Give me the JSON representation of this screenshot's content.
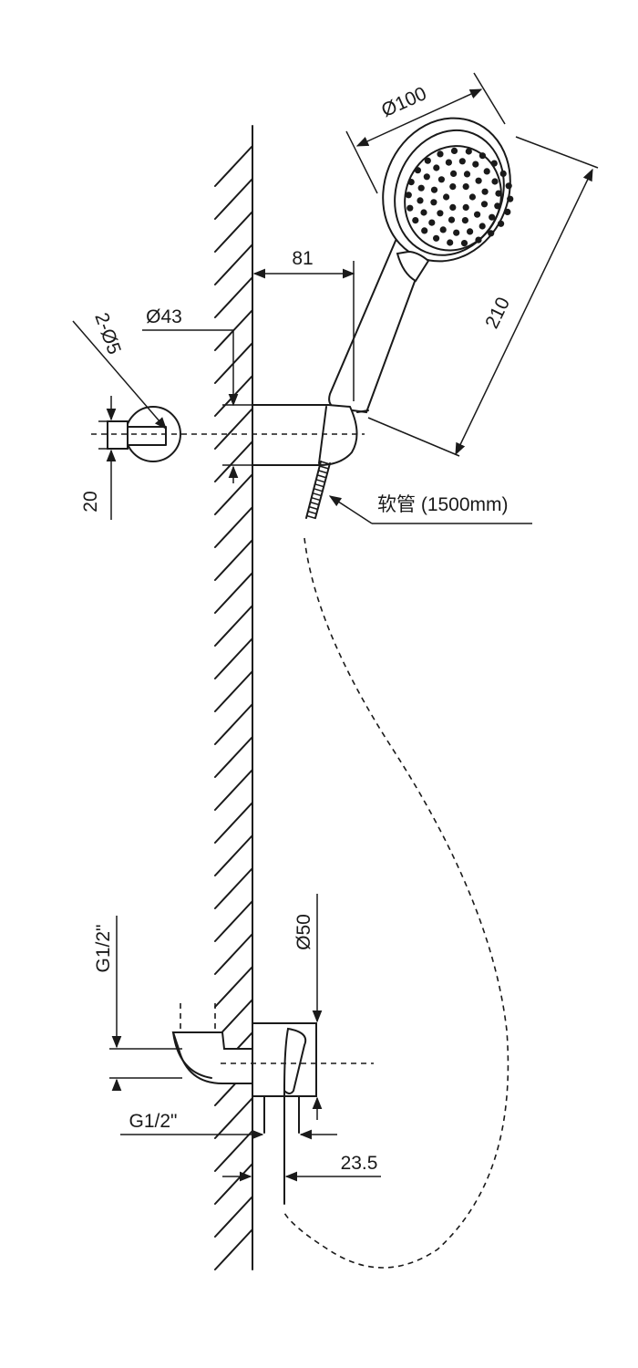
{
  "dimensions": {
    "spray_face_diameter": "Ø100",
    "handset_length": "210",
    "wall_offset": "81",
    "holder_diameter": "Ø43",
    "mount_holes": "2-Ø5",
    "hole_spacing": "20",
    "elbow_diameter": "Ø50",
    "thread_top": "G1/2\"",
    "thread_bottom": "G1/2\"",
    "outlet_offset": "23.5"
  },
  "labels": {
    "hose": "软管 (1500mm)"
  }
}
